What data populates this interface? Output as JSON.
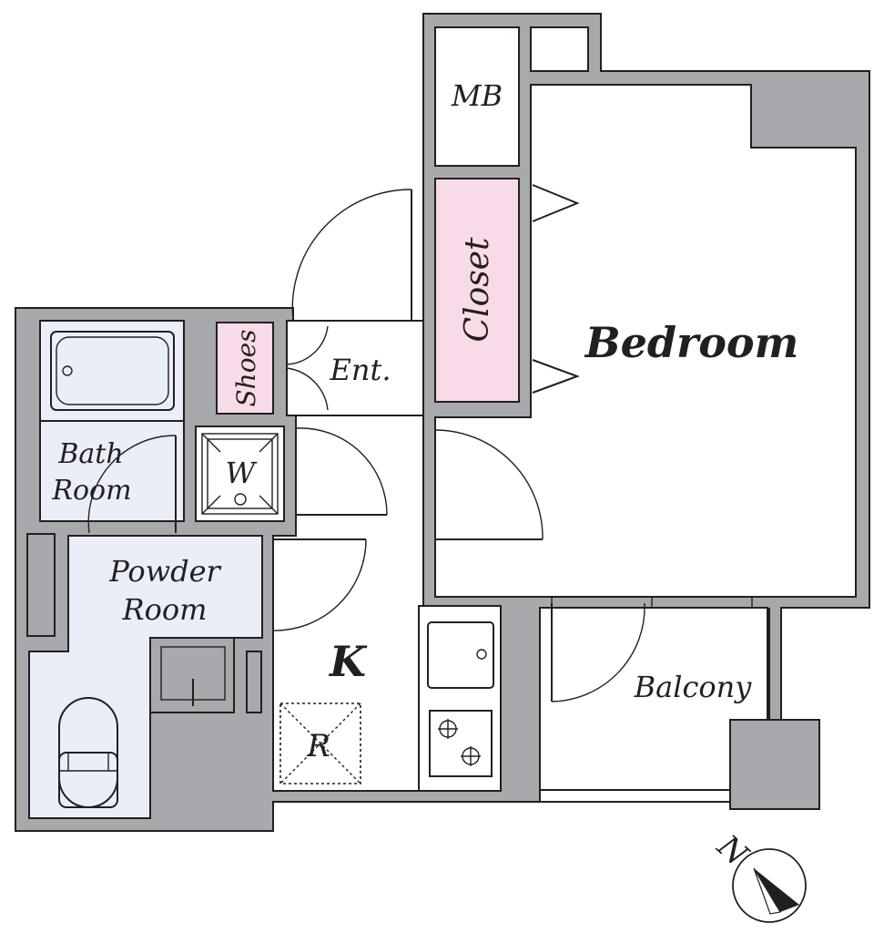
{
  "labels": {
    "mb": "MB",
    "closet": "Closet",
    "bedroom": "Bedroom",
    "shoes": "Shoes",
    "entrance": "Ent.",
    "bath_line1": "Bath",
    "bath_line2": "Room",
    "washer": "W",
    "powder_line1": "Powder",
    "powder_line2": "Room",
    "kitchen": "K",
    "fridge": "R",
    "balcony": "Balcony",
    "north": "N"
  },
  "colors": {
    "wall": "#a7a9ac",
    "bath_floor": "#e9eef8",
    "storage": "#f8dbe8",
    "ink": "#231f20"
  }
}
